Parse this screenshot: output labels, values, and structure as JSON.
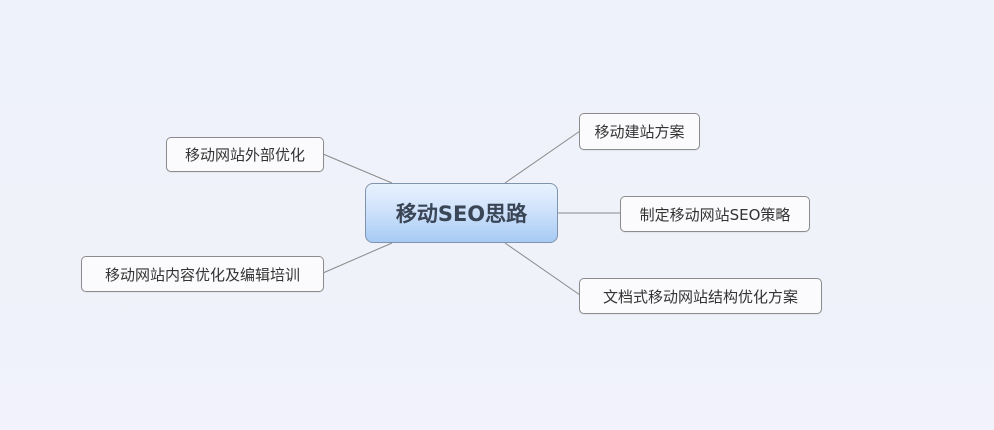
{
  "diagram": {
    "type": "mind-map",
    "central_topic": "移动SEO思路",
    "right_branches": [
      "移动建站方案",
      "制定移动网站SEO策略",
      "文档式移动网站结构优化方案"
    ],
    "left_branches": [
      "移动网站外部优化",
      "移动网站内容优化及编辑培训"
    ],
    "colors": {
      "background": "#eff2fa",
      "central_fill_top": "#e9f2fd",
      "central_fill_bottom": "#a7cbf4",
      "central_border": "#7f93ad",
      "node_border": "#8c8c8c",
      "connector": "#8a8a8a"
    }
  }
}
